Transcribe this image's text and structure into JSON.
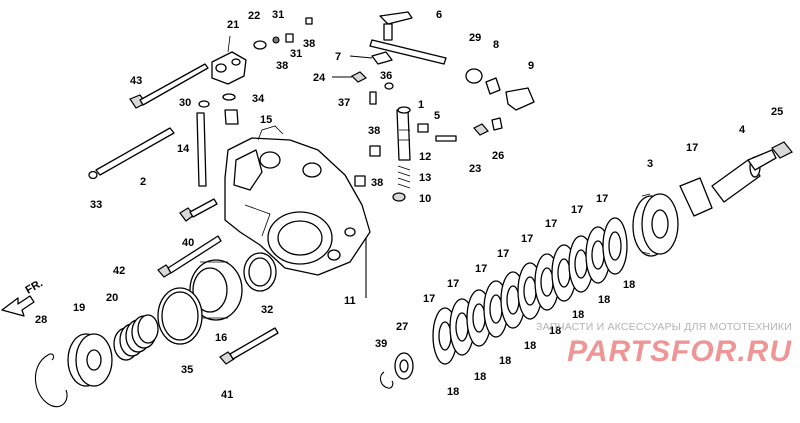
{
  "diagram": {
    "direction_label": "FR.",
    "callouts": {
      "c1": "1",
      "c2": "2",
      "c3": "3",
      "c4": "4",
      "c5": "5",
      "c6": "6",
      "c7": "7",
      "c8": "8",
      "c9": "9",
      "c10": "10",
      "c11": "11",
      "c12": "12",
      "c13": "13",
      "c14": "14",
      "c15": "15",
      "c16": "16",
      "c17": "17",
      "c18": "18",
      "c19": "19",
      "c20": "20",
      "c21": "21",
      "c22": "22",
      "c23": "23",
      "c24": "24",
      "c25": "25",
      "c26": "26",
      "c27": "27",
      "c28": "28",
      "c29": "29",
      "c30": "30",
      "c31": "31",
      "c32": "32",
      "c33": "33",
      "c34": "34",
      "c35": "35",
      "c36": "36",
      "c37": "37",
      "c38": "38",
      "c39": "39",
      "c40": "40",
      "c41": "41",
      "c42": "42",
      "c43": "43"
    }
  },
  "watermark": {
    "tagline": "ЗАПЧАСТИ И АКСЕССУАРЫ ДЛЯ МОТОТЕХНИКИ",
    "logo": "PARTSFOR.RU",
    "logo_color": "#e13e3e"
  }
}
